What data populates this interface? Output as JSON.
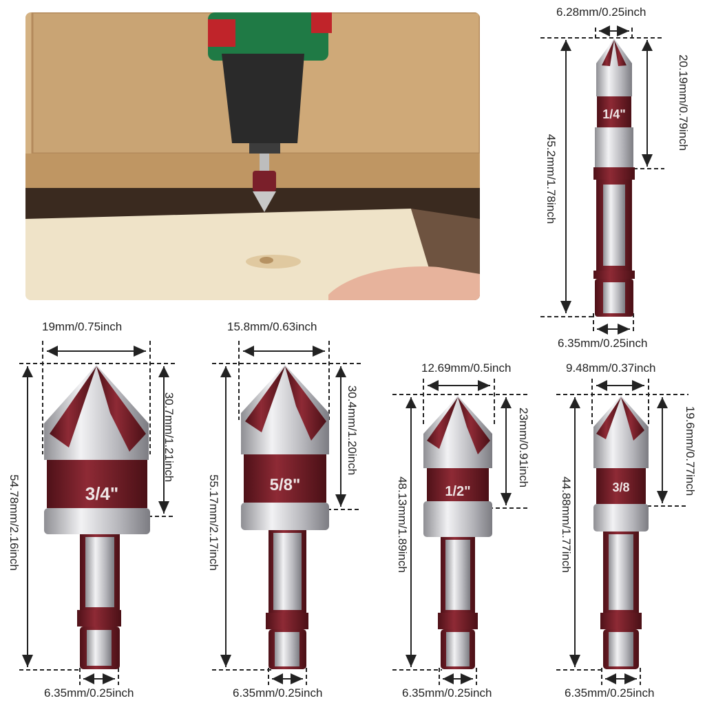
{
  "top_bit": {
    "tip_width": "6.28mm/0.25inch",
    "head_height": "20.19mm/0.79inch",
    "total_length": "45.2mm/1.78inch",
    "shank_width": "6.35mm/0.25inch",
    "size_label": "1/4\""
  },
  "bits": [
    {
      "width": "19mm/0.75inch",
      "head_height": "30.7mm/1.21inch",
      "total_length": "54.78mm/2.16inch",
      "shank_width": "6.35mm/0.25inch",
      "size_label": "3/4\""
    },
    {
      "width": "15.8mm/0.63inch",
      "head_height": "30.4mm/1.20inch",
      "total_length": "55.17mm/2.17inch",
      "shank_width": "6.35mm/0.25inch",
      "size_label": "5/8\""
    },
    {
      "width": "12.69mm/0.5inch",
      "head_height": "23mm/0.91inch",
      "total_length": "48.13mm/1.89inch",
      "shank_width": "6.35mm/0.25inch",
      "size_label": "1/2\""
    },
    {
      "width": "9.48mm/0.37inch",
      "head_height": "19.6mm/0.77inch",
      "total_length": "44.88mm/1.77inch",
      "shank_width": "6.35mm/0.25inch",
      "size_label": "3/8"
    }
  ],
  "colors": {
    "maroon": "#7a1f2a",
    "silver": "#c9c9cc",
    "dashed": "#222222"
  }
}
